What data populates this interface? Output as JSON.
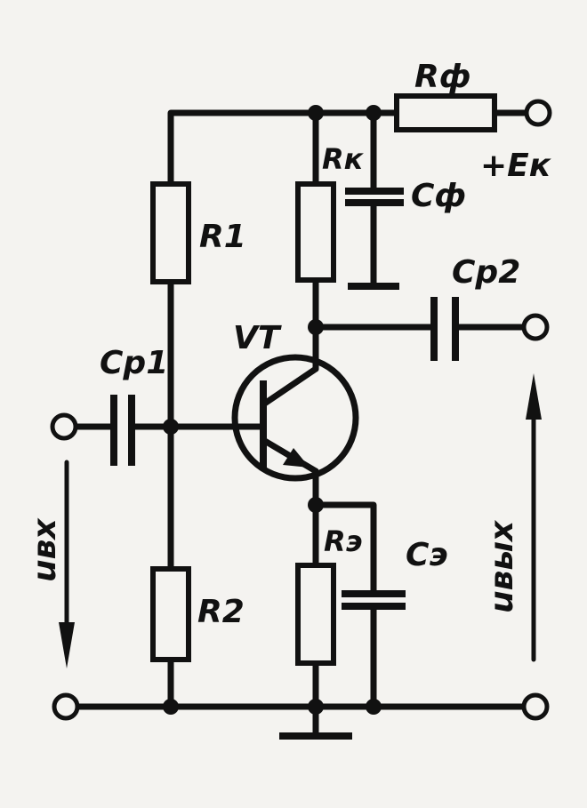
{
  "labels": {
    "r_filter": "Rф",
    "ek": "+Eк",
    "rk": "Rк",
    "c_filter": "Cф",
    "r1": "R1",
    "cp2": "Cp2",
    "vt": "VT",
    "cp1": "Cp1",
    "u_in": "uвх",
    "u_out": "uвых",
    "re": "Rэ",
    "ce": "Cэ",
    "r2": "R2"
  },
  "colors": {
    "ink": "#111111",
    "paper": "#f4f3f0"
  }
}
